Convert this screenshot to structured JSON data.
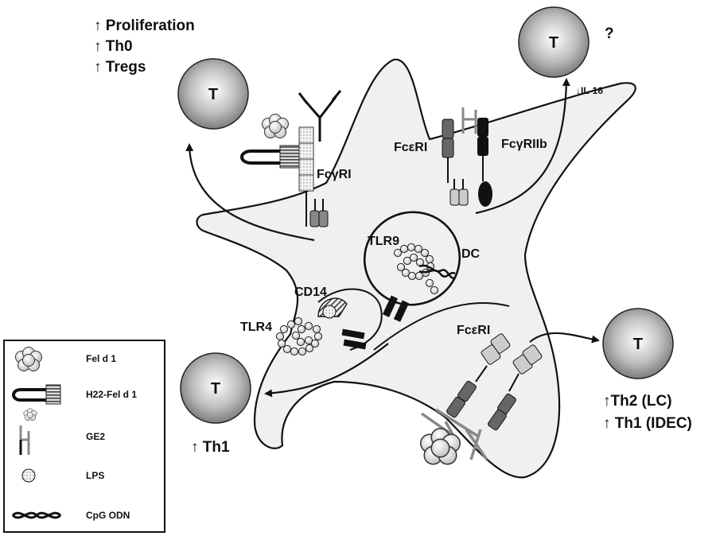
{
  "cell_label": "DC",
  "t_cell_label": "T",
  "top_left_effects": [
    "↑ Proliferation",
    "↑ Th0",
    "↑ Tregs"
  ],
  "top_right_unknown": "?",
  "il16_label": "↓IL-16",
  "receptors": {
    "fcgri": "FcγRI",
    "fceri_top": "FcεRI",
    "fcgriib": "FcγRIIb",
    "tlr9": "TLR9",
    "cd14": "CD14",
    "tlr4": "TLR4",
    "fceri_bottom": "FcεRI"
  },
  "bottom_left_effect": "↑ Th1",
  "bottom_right_effects": [
    "↑Th2 (LC)",
    "↑ Th1 (IDEC)"
  ],
  "legend": {
    "items": [
      {
        "label": "Fel d 1",
        "icon": "feld1-cluster-icon"
      },
      {
        "label": "H22-Fel d 1",
        "icon": "h22-feld1-icon"
      },
      {
        "label": "GE2",
        "icon": "ge2-icon"
      },
      {
        "label": "LPS",
        "icon": "lps-icon"
      },
      {
        "label": "CpG ODN",
        "icon": "cpg-odn-icon"
      }
    ]
  },
  "colors": {
    "cell_fill": "#f0f0f0",
    "outline": "#111111",
    "dark_receptor": "#555555",
    "black_receptor": "#111111"
  }
}
